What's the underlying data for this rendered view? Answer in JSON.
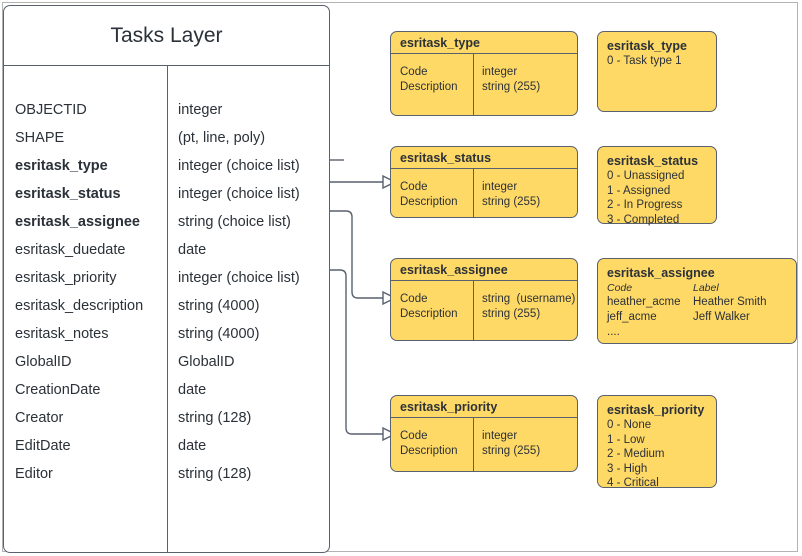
{
  "diagram": {
    "title": "Tasks Layer"
  },
  "entity": {
    "title": "Tasks Layer",
    "fields": [
      {
        "name": "OBJECTID",
        "type": "integer",
        "bold": false
      },
      {
        "name": "SHAPE",
        "type": "(pt, line, poly)",
        "bold": false
      },
      {
        "name": "esritask_type",
        "type": "integer (choice list)",
        "bold": true
      },
      {
        "name": "esritask_status",
        "type": "integer (choice list)",
        "bold": true
      },
      {
        "name": "esritask_assignee",
        "type": "string (choice list)",
        "bold": true
      },
      {
        "name": "esritask_duedate",
        "type": "date",
        "bold": false
      },
      {
        "name": "esritask_priority",
        "type": "integer (choice list)",
        "bold": false
      },
      {
        "name": "esritask_description",
        "type": "string (4000)",
        "bold": false
      },
      {
        "name": "esritask_notes",
        "type": "string (4000)",
        "bold": false
      },
      {
        "name": "GlobalID",
        "type": "GlobalID",
        "bold": false
      },
      {
        "name": "CreationDate",
        "type": "date",
        "bold": false
      },
      {
        "name": "Creator",
        "type": "string (128)",
        "bold": false
      },
      {
        "name": "EditDate",
        "type": "date",
        "bold": false
      },
      {
        "name": "Editor",
        "type": "string (128)",
        "bold": false
      }
    ]
  },
  "domain_tables": [
    {
      "title": "esritask_type",
      "left_lines": "Code\nDescription",
      "right_lines": "integer\nstring (255)"
    },
    {
      "title": "esritask_status",
      "left_lines": "Code\nDescription",
      "right_lines": "integer\nstring (255)"
    },
    {
      "title": "esritask_assignee",
      "left_lines": "Code\nDescription",
      "right_lines": "string  (username)\nstring (255)"
    },
    {
      "title": "esritask_priority",
      "left_lines": "Code\nDescription",
      "right_lines": "integer\nstring (255)"
    }
  ],
  "domain_values": [
    {
      "title": "esritask_type",
      "lines": [
        "0 - Task type 1"
      ]
    },
    {
      "title": "esritask_status",
      "lines": [
        "0 - Unassigned",
        "1 - Assigned",
        "2 - In Progress",
        "3 - Completed"
      ]
    },
    {
      "title": "esritask_priority",
      "lines": [
        "0 - None",
        "1 - Low",
        "2 - Medium",
        "3 - High",
        "4 - Critical"
      ]
    }
  ],
  "assignee_values": {
    "title": "esritask_assignee",
    "head_code": "Code",
    "head_label": "Label",
    "rows": [
      {
        "code": "heather_acme",
        "label": "Heather Smith"
      },
      {
        "code": "jeff_acme",
        "label": "Jeff Walker"
      }
    ],
    "ellipsis": "...."
  },
  "colors": {
    "domain_fill": "#ffd966",
    "stroke": "#59616e",
    "text": "#2b3138",
    "frame": "#b3b3b3",
    "page_bg": "#ffffff"
  }
}
